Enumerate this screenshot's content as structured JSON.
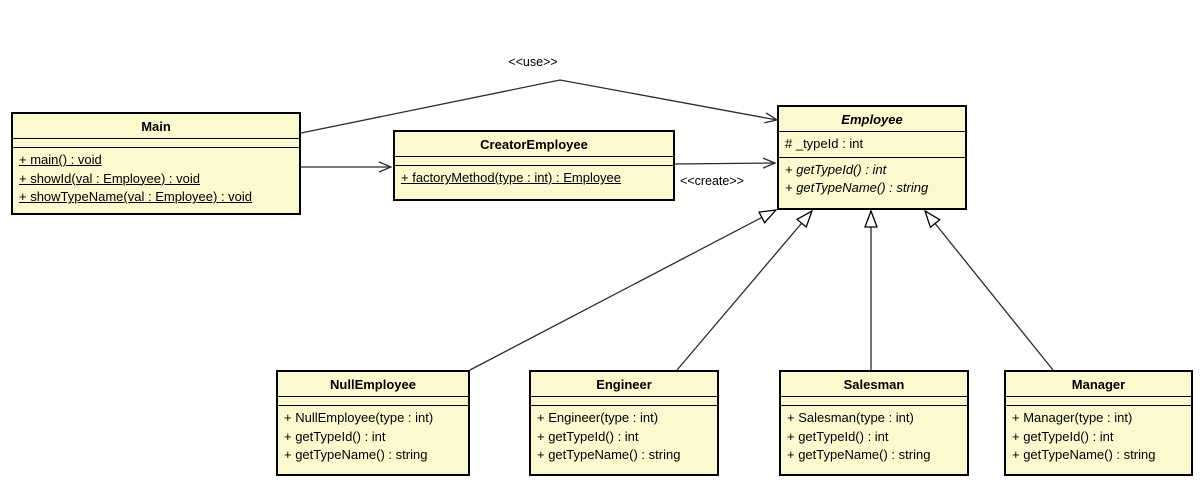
{
  "colors": {
    "class_fill": "#FBF9CE",
    "class_border": "#000000",
    "edge_line": "#2b2b2b",
    "background": "#ffffff"
  },
  "stereotypes": {
    "use": "<<use>>",
    "create": "<<create>>"
  },
  "classes": {
    "main": {
      "name": "Main",
      "attributes": [],
      "methods": [
        "+ main() : void",
        "+ showId(val : Employee) : void",
        "+ showTypeName(val : Employee) : void"
      ]
    },
    "creator": {
      "name": "CreatorEmployee",
      "attributes": [],
      "methods": [
        "+ factoryMethod(type : int) : Employee"
      ]
    },
    "employee": {
      "name": "Employee",
      "attributes": [
        "# _typeId : int"
      ],
      "methods": [
        "+ getTypeId() : int",
        "+ getTypeName() : string"
      ]
    },
    "null_employee": {
      "name": "NullEmployee",
      "attributes": [],
      "methods": [
        "+ NullEmployee(type : int)",
        "+ getTypeId() : int",
        "+ getTypeName() : string"
      ]
    },
    "engineer": {
      "name": "Engineer",
      "attributes": [],
      "methods": [
        "+ Engineer(type : int)",
        "+ getTypeId() : int",
        "+ getTypeName() : string"
      ]
    },
    "salesman": {
      "name": "Salesman",
      "attributes": [],
      "methods": [
        "+ Salesman(type : int)",
        "+ getTypeId() : int",
        "+ getTypeName() : string"
      ]
    },
    "manager": {
      "name": "Manager",
      "attributes": [],
      "methods": [
        "+ Manager(type : int)",
        "+ getTypeId() : int",
        "+ getTypeName() : string"
      ]
    }
  },
  "relationships": [
    {
      "from": "Main",
      "to": "Employee",
      "type": "dependency",
      "label": "<<use>>"
    },
    {
      "from": "Main",
      "to": "CreatorEmployee",
      "type": "association",
      "label": ""
    },
    {
      "from": "CreatorEmployee",
      "to": "Employee",
      "type": "dependency",
      "label": "<<create>>"
    },
    {
      "from": "NullEmployee",
      "to": "Employee",
      "type": "generalization",
      "label": ""
    },
    {
      "from": "Engineer",
      "to": "Employee",
      "type": "generalization",
      "label": ""
    },
    {
      "from": "Salesman",
      "to": "Employee",
      "type": "generalization",
      "label": ""
    },
    {
      "from": "Manager",
      "to": "Employee",
      "type": "generalization",
      "label": ""
    }
  ]
}
